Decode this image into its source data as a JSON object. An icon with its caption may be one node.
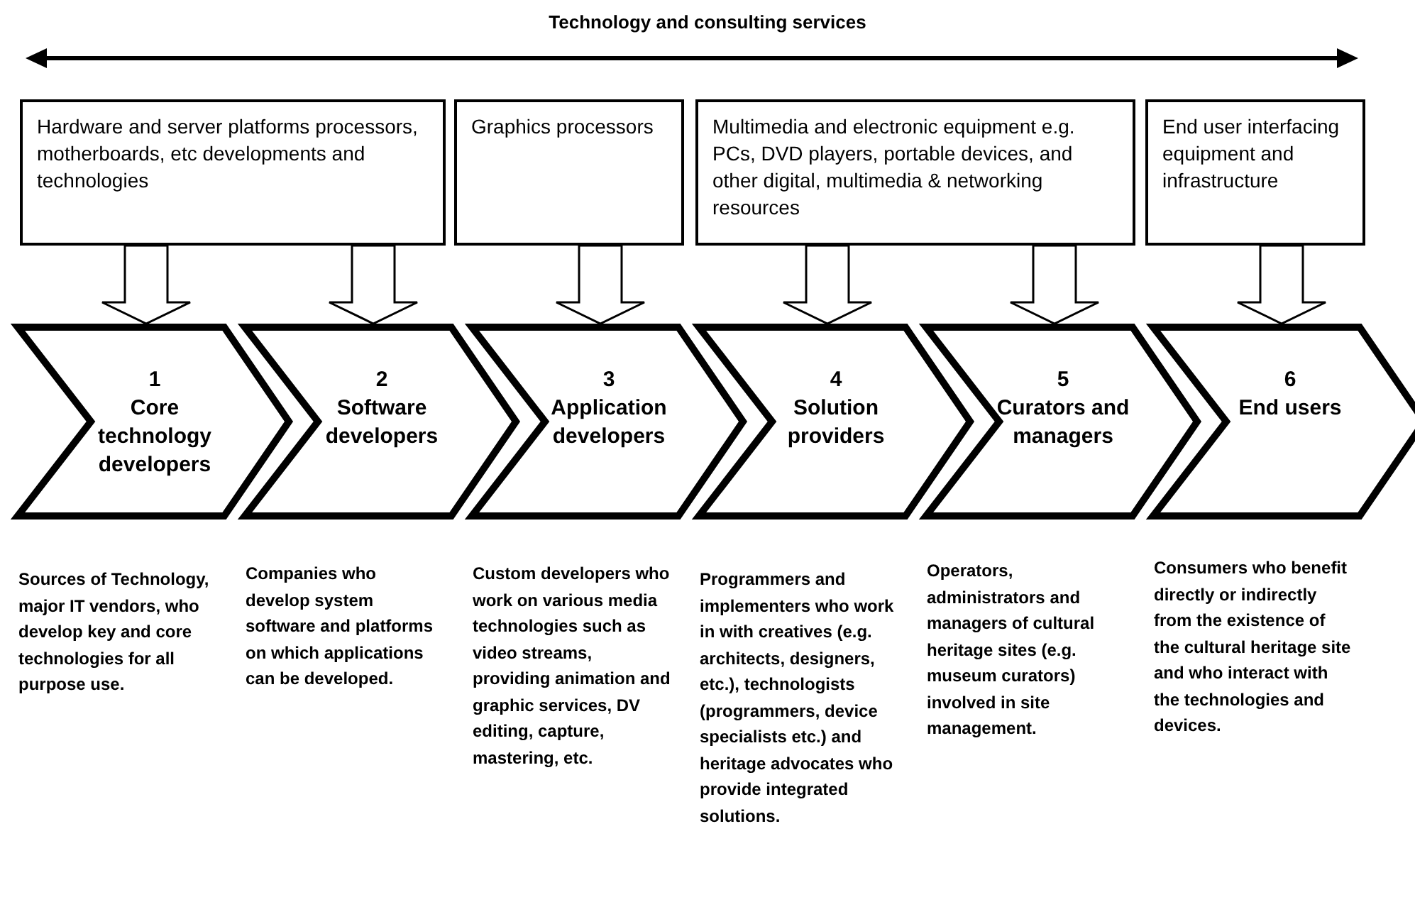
{
  "diagram": {
    "title": "Technology and consulting services",
    "nodes": [
      {
        "text": [
          "Hardware and server platforms processors, motherboards, etc developments and technologies"
        ]
      },
      {
        "text": [
          "Graphics processors"
        ]
      },
      {
        "text": [
          "Multimedia and electronic equipment e.g. PCs, DVD players, portable devices, and other digital, multimedia & networking resources"
        ]
      },
      {
        "text": [
          "End user interfacing equipment and infrastructure"
        ]
      },
      {
        "text": [
          "1",
          "Core technology developers"
        ],
        "beside": [
          "Sources of Technology, major IT vendors, who develop key and core technologies for all purpose use."
        ]
      },
      {
        "text": [
          "2",
          "Software developers"
        ],
        "beside": [
          "Companies who develop system software and platforms on which applications can be developed."
        ]
      },
      {
        "text": [
          "3",
          "Application developers"
        ],
        "beside": [
          "Custom developers who work on various media technologies such as video streams, providing animation and graphic services, DV editing, capture, mastering, etc."
        ]
      },
      {
        "text": [
          "4",
          "Solution providers"
        ],
        "beside": [
          "Programmers and implementers who work in with creatives (e.g. architects, designers, etc.), technologists (programmers, device specialists etc.) and heritage advocates who provide integrated solutions."
        ]
      },
      {
        "text": [
          "5",
          "Curators and managers"
        ],
        "beside": [
          "Operators, administrators and managers of cultural heritage sites (e.g. museum curators) involved in site management."
        ]
      },
      {
        "text": [
          "6",
          "End users"
        ],
        "beside": [
          "Consumers who benefit directly or indirectly from the existence of the cultural heritage site and who interact with the technologies and devices."
        ]
      }
    ],
    "edges": [
      {
        "from": 0,
        "to": 4,
        "arrow": "to"
      },
      {
        "from": 0,
        "to": 5,
        "arrow": "to"
      },
      {
        "from": 1,
        "to": 6,
        "arrow": "to"
      },
      {
        "from": 2,
        "to": 7,
        "arrow": "to"
      },
      {
        "from": 2,
        "to": 8,
        "arrow": "to"
      },
      {
        "from": 3,
        "to": 9,
        "arrow": "to"
      }
    ]
  }
}
